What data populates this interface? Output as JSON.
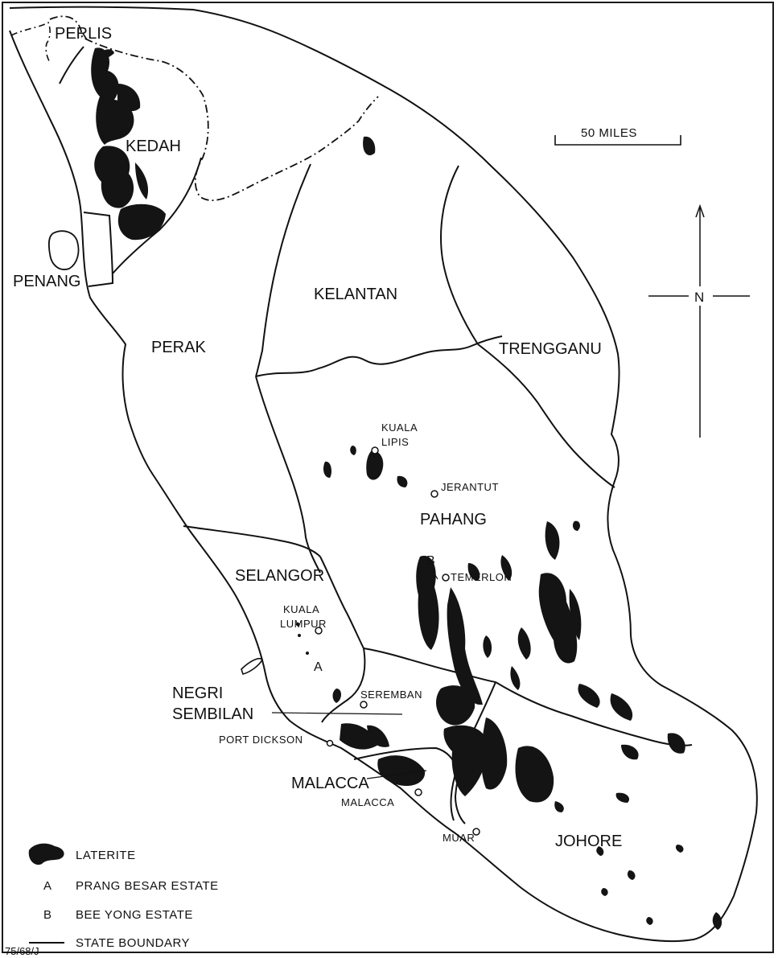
{
  "map": {
    "states": [
      {
        "id": "perlis",
        "label": "PERLIS"
      },
      {
        "id": "kedah",
        "label": "KEDAH"
      },
      {
        "id": "penang",
        "label": "PENANG"
      },
      {
        "id": "perak",
        "label": "PERAK"
      },
      {
        "id": "kelantan",
        "label": "KELANTAN"
      },
      {
        "id": "trengganu",
        "label": "TRENGGANU"
      },
      {
        "id": "pahang",
        "label": "PAHANG"
      },
      {
        "id": "selangor",
        "label": "SELANGOR"
      },
      {
        "id": "negri-sembilan",
        "label_line1": "NEGRI",
        "label_line2": "SEMBILAN"
      },
      {
        "id": "malacca",
        "label": "MALACCA"
      },
      {
        "id": "johore",
        "label": "JOHORE"
      }
    ],
    "towns": [
      {
        "id": "kuala-lipis",
        "line1": "KUALA",
        "line2": "LIPIS"
      },
      {
        "id": "jerantut",
        "line1": "JERANTUT"
      },
      {
        "id": "temerloh",
        "line1": "TEMERLOH"
      },
      {
        "id": "kuala-lumpur",
        "line1": "KUALA",
        "line2": "LUMPUR"
      },
      {
        "id": "seremban",
        "line1": "SEREMBAN"
      },
      {
        "id": "port-dickson",
        "line1": "PORT DICKSON"
      },
      {
        "id": "malacca-town",
        "line1": "MALACCA"
      },
      {
        "id": "muar",
        "line1": "MUAR"
      }
    ],
    "site_markers": {
      "a": "A",
      "b": "B"
    },
    "scale_bar": {
      "label": "50 MILES"
    },
    "north_arrow": {
      "label": "N"
    },
    "figure_code": "75/68/J",
    "colors": {
      "ink": "#111111",
      "laterite": "#141414",
      "paper": "#ffffff"
    }
  },
  "legend": {
    "items": [
      {
        "symbol": "laterite-patch",
        "label": "LATERITE"
      },
      {
        "symbol": "A",
        "label": "PRANG BESAR ESTATE"
      },
      {
        "symbol": "B",
        "label": "BEE YONG ESTATE"
      },
      {
        "symbol": "line",
        "label": "STATE BOUNDARY"
      }
    ]
  }
}
